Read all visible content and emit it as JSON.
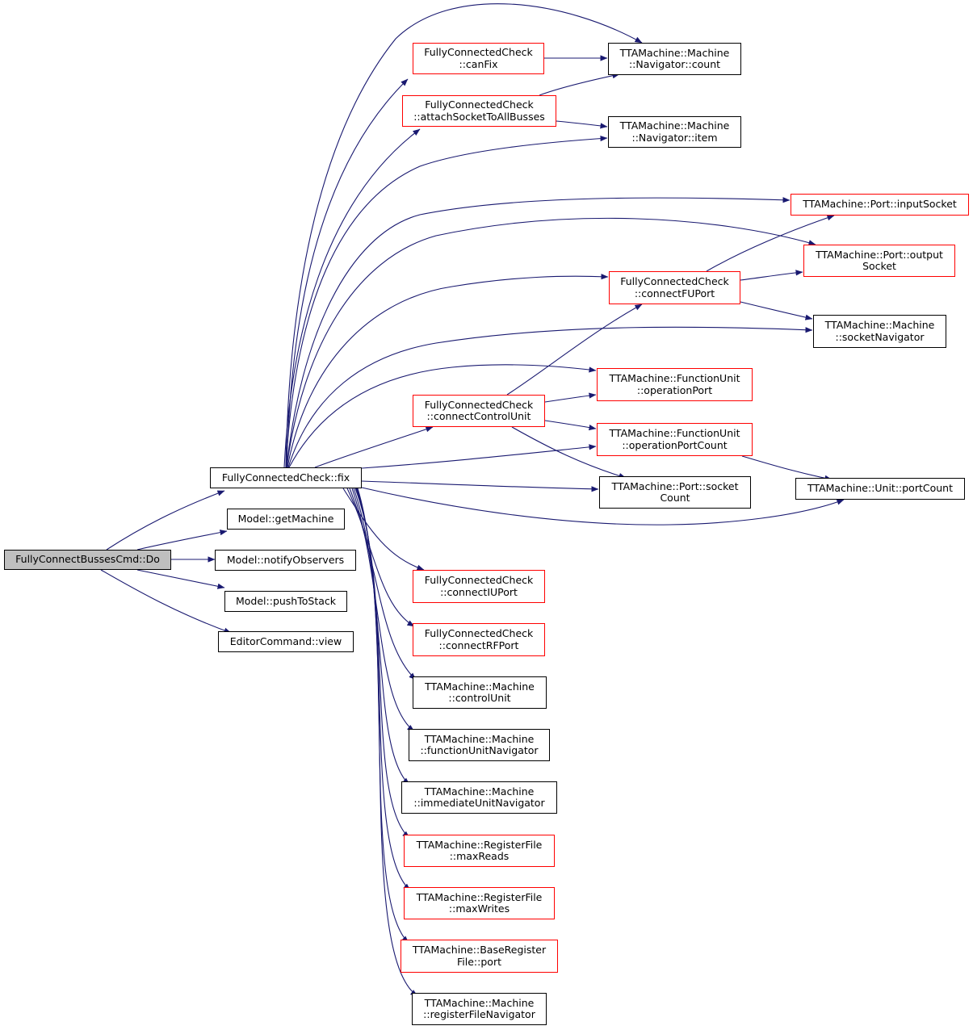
{
  "colors": {
    "edge": "#191970",
    "root_fill": "#bfbfbf",
    "red_border": "#ff0000",
    "black_border": "#000000"
  },
  "nodes": {
    "do": {
      "lines": [
        "FullyConnectBussesCmd::Do"
      ],
      "style": "root"
    },
    "fix": {
      "lines": [
        "FullyConnectedCheck::fix"
      ],
      "style": "black"
    },
    "getMachine": {
      "lines": [
        "Model::getMachine"
      ],
      "style": "black"
    },
    "notify": {
      "lines": [
        "Model::notifyObservers"
      ],
      "style": "black"
    },
    "push": {
      "lines": [
        "Model::pushToStack"
      ],
      "style": "black"
    },
    "view": {
      "lines": [
        "EditorCommand::view"
      ],
      "style": "black"
    },
    "canFix": {
      "lines": [
        "FullyConnectedCheck",
        "::canFix"
      ],
      "style": "red"
    },
    "attach": {
      "lines": [
        "FullyConnectedCheck",
        "::attachSocketToAllBusses"
      ],
      "style": "red"
    },
    "navCount": {
      "lines": [
        "TTAMachine::Machine",
        "::Navigator::count"
      ],
      "style": "black"
    },
    "navItem": {
      "lines": [
        "TTAMachine::Machine",
        "::Navigator::item"
      ],
      "style": "black"
    },
    "inputSocket": {
      "lines": [
        "TTAMachine::Port::inputSocket"
      ],
      "style": "red"
    },
    "outputSocket": {
      "lines": [
        "TTAMachine::Port::output",
        "Socket"
      ],
      "style": "red"
    },
    "connectFU": {
      "lines": [
        "FullyConnectedCheck",
        "::connectFUPort"
      ],
      "style": "red"
    },
    "socketNav": {
      "lines": [
        "TTAMachine::Machine",
        "::socketNavigator"
      ],
      "style": "black"
    },
    "opPort": {
      "lines": [
        "TTAMachine::FunctionUnit",
        "::operationPort"
      ],
      "style": "red"
    },
    "connectCU": {
      "lines": [
        "FullyConnectedCheck",
        "::connectControlUnit"
      ],
      "style": "red"
    },
    "opPortCount": {
      "lines": [
        "TTAMachine::FunctionUnit",
        "::operationPortCount"
      ],
      "style": "red"
    },
    "socketCount": {
      "lines": [
        "TTAMachine::Port::socket",
        "Count"
      ],
      "style": "black"
    },
    "portCount": {
      "lines": [
        "TTAMachine::Unit::portCount"
      ],
      "style": "black"
    },
    "connectIU": {
      "lines": [
        "FullyConnectedCheck",
        "::connectIUPort"
      ],
      "style": "red"
    },
    "connectRF": {
      "lines": [
        "FullyConnectedCheck",
        "::connectRFPort"
      ],
      "style": "red"
    },
    "controlUnit": {
      "lines": [
        "TTAMachine::Machine",
        "::controlUnit"
      ],
      "style": "black"
    },
    "fuNav": {
      "lines": [
        "TTAMachine::Machine",
        "::functionUnitNavigator"
      ],
      "style": "black"
    },
    "iuNav": {
      "lines": [
        "TTAMachine::Machine",
        "::immediateUnitNavigator"
      ],
      "style": "black"
    },
    "maxReads": {
      "lines": [
        "TTAMachine::RegisterFile",
        "::maxReads"
      ],
      "style": "red"
    },
    "maxWrites": {
      "lines": [
        "TTAMachine::RegisterFile",
        "::maxWrites"
      ],
      "style": "red"
    },
    "brfPort": {
      "lines": [
        "TTAMachine::BaseRegister",
        "File::port"
      ],
      "style": "red"
    },
    "rfNav": {
      "lines": [
        "TTAMachine::Machine",
        "::registerFileNavigator"
      ],
      "style": "black"
    }
  },
  "edges": [
    [
      "do",
      "fix"
    ],
    [
      "do",
      "getMachine"
    ],
    [
      "do",
      "notify"
    ],
    [
      "do",
      "push"
    ],
    [
      "do",
      "view"
    ],
    [
      "fix",
      "canFix"
    ],
    [
      "fix",
      "attach"
    ],
    [
      "fix",
      "navCount"
    ],
    [
      "fix",
      "navItem"
    ],
    [
      "fix",
      "inputSocket"
    ],
    [
      "fix",
      "outputSocket"
    ],
    [
      "fix",
      "connectFU"
    ],
    [
      "fix",
      "socketNav"
    ],
    [
      "fix",
      "opPort"
    ],
    [
      "fix",
      "connectCU"
    ],
    [
      "fix",
      "opPortCount"
    ],
    [
      "fix",
      "socketCount"
    ],
    [
      "fix",
      "portCount"
    ],
    [
      "fix",
      "connectIU"
    ],
    [
      "fix",
      "connectRF"
    ],
    [
      "fix",
      "controlUnit"
    ],
    [
      "fix",
      "fuNav"
    ],
    [
      "fix",
      "iuNav"
    ],
    [
      "fix",
      "maxReads"
    ],
    [
      "fix",
      "maxWrites"
    ],
    [
      "fix",
      "brfPort"
    ],
    [
      "fix",
      "rfNav"
    ],
    [
      "canFix",
      "navCount"
    ],
    [
      "attach",
      "navCount"
    ],
    [
      "attach",
      "navItem"
    ],
    [
      "connectFU",
      "inputSocket"
    ],
    [
      "connectFU",
      "outputSocket"
    ],
    [
      "connectFU",
      "socketNav"
    ],
    [
      "connectCU",
      "connectFU"
    ],
    [
      "connectCU",
      "opPort"
    ],
    [
      "connectCU",
      "opPortCount"
    ],
    [
      "connectCU",
      "socketCount"
    ],
    [
      "opPortCount",
      "portCount"
    ]
  ]
}
